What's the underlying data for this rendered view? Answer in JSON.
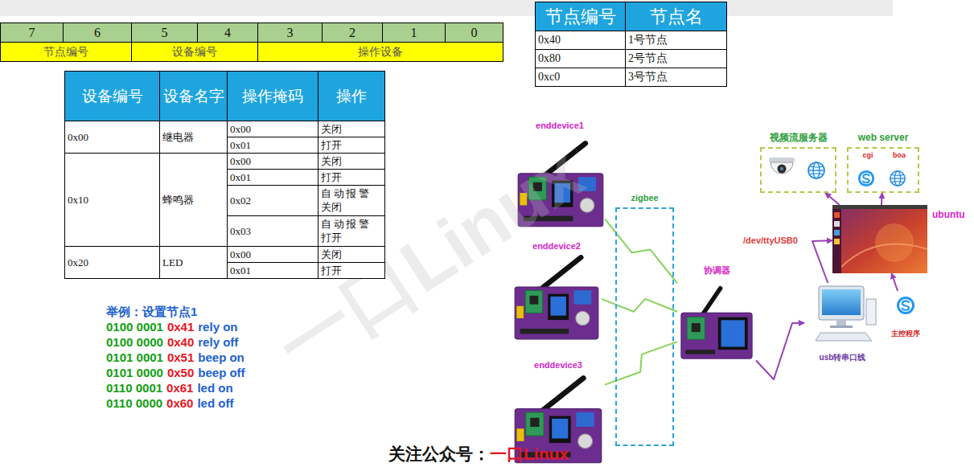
{
  "diagram": {
    "nodes": [
      {
        "text": [
          "enddevice1"
        ]
      },
      {
        "text": [
          "enddevice2"
        ]
      },
      {
        "text": [
          "enddevice3"
        ]
      },
      {
        "text": [
          "zigbee"
        ]
      },
      {
        "text": [
          "协调器"
        ]
      },
      {
        "text": [
          "视频流服务器"
        ]
      },
      {
        "text": [
          "web server"
        ]
      },
      {
        "text": [
          "cgi"
        ],
        "in": 6
      },
      {
        "text": [
          "boa"
        ],
        "in": 6
      },
      {
        "text": [
          "ubuntu"
        ]
      },
      {
        "text": [
          "usb转串口线"
        ]
      },
      {
        "text": [
          "主控程序"
        ]
      }
    ],
    "edges": [
      {
        "from": 0,
        "to": 4,
        "arrow": "none"
      },
      {
        "from": 1,
        "to": 4,
        "arrow": "none"
      },
      {
        "from": 2,
        "to": 4,
        "arrow": "none"
      },
      {
        "from": 4,
        "to": 10,
        "arrow": "to"
      },
      {
        "from": 10,
        "to": 9,
        "label": "/dev/ttyUSB0",
        "arrow": "to"
      },
      {
        "from": 9,
        "to": 5,
        "arrow": "to"
      },
      {
        "from": 9,
        "to": 6,
        "arrow": "to"
      },
      {
        "from": 11,
        "to": 9,
        "arrow": "to"
      }
    ],
    "labels": [
      "7",
      "6",
      "5",
      "4",
      "3",
      "2",
      "1",
      "0",
      "节点编号",
      "设备编号",
      "操作设备",
      "设备编号",
      "设备名字",
      "操作掩码",
      "操作",
      "0x00",
      "继电器",
      "0x00",
      "关闭",
      "0x01",
      "打开",
      "0x10",
      "蜂鸣器",
      "0x00",
      "关闭",
      "0x01",
      "打开",
      "0x02",
      "自动报警关闭",
      "0x03",
      "自动报警打开",
      "0x20",
      "LED",
      "0x00",
      "关闭",
      "0x01",
      "打开",
      "节点编号",
      "节点名",
      "0x40",
      "1号节点",
      "0x80",
      "2号节点",
      "0xc0",
      "3号节点",
      "举例：设置节点1",
      "0100 0001",
      "0x41",
      "rely on",
      "0100 0000",
      "0x40",
      "rely off",
      "0101 0001",
      "0x51",
      "beep on",
      "0101 0000",
      "0x50",
      "beep off",
      "0110 0001",
      "0x61",
      "led on",
      "0110 0000",
      "0x60",
      "led off",
      "关注公众号：",
      "一口Linux",
      "一口Linux"
    ]
  }
}
